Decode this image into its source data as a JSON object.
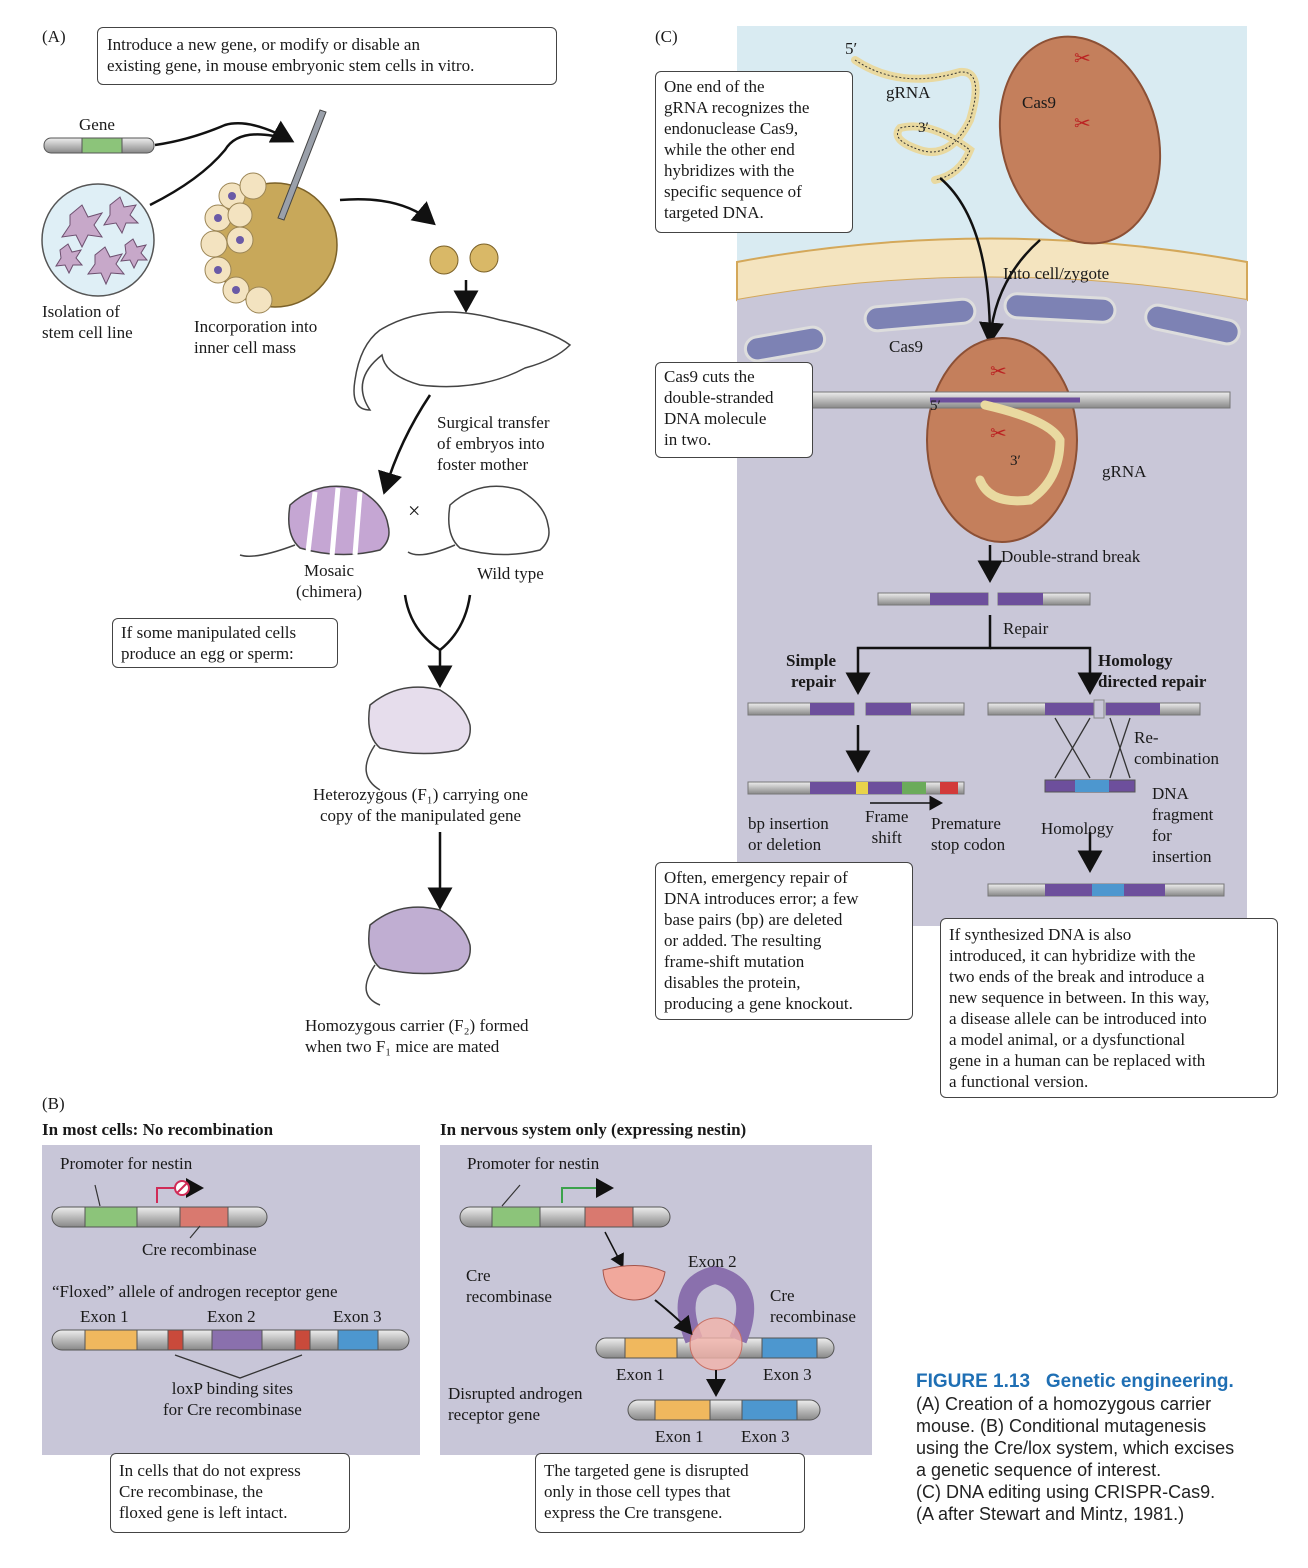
{
  "panelA": {
    "label": "(A)",
    "callout": "Introduce a new gene, or modify or disable an\nexisting gene, in mouse embryonic stem cells in vitro.",
    "gene": "Gene",
    "isolation": "Isolation of\nstem cell line",
    "incorporation": "Incorporation into\ninner cell mass",
    "surgical": "Surgical transfer\nof embryos into\nfoster mother",
    "cross": "×",
    "mosaic": "Mosaic\n(chimera)",
    "wildtype": "Wild type",
    "egg_sperm": "If some manipulated cells\nproduce an egg or sperm:",
    "hetero": "Heterozygous (F₁) carrying one\ncopy of the manipulated gene",
    "homo": "Homozygous carrier (F₂) formed\nwhen two F₁ mice are mated"
  },
  "panelB": {
    "label": "(B)",
    "left_title": "In most cells: No recombination",
    "right_title": "In nervous system only (expressing nestin)",
    "promoter": "Promoter for nestin",
    "cre": "Cre recombinase",
    "floxed": "“Floxed” allele of androgen receptor gene",
    "exon1": "Exon 1",
    "exon2": "Exon 2",
    "exon3": "Exon 3",
    "loxp": "loxP binding sites\nfor Cre recombinase",
    "left_note": "In cells that do not express\nCre recombinase, the\nfloxed gene is left intact.",
    "cre_left": "Cre\nrecombinase",
    "cre_right": "Cre\nrecombinase",
    "disrupted": "Disrupted androgen\nreceptor gene",
    "right_note": "The targeted gene is disrupted\nonly in those cell types that\nexpress the Cre transgene."
  },
  "panelC": {
    "label": "(C)",
    "five": "5′",
    "three": "3′",
    "grna": "gRNA",
    "cas9": "Cas9",
    "grna_note": "One end of the\ngRNA recognizes the\nendonuclease Cas9,\nwhile the other end\nhybridizes with the\nspecific sequence of\ntargeted DNA.",
    "into": "Into cell/zygote",
    "cuts_note": "Cas9 cuts the\ndouble-stranded\nDNA molecule\nin two.",
    "dsb": "Double-strand break",
    "repair": "Repair",
    "simple": "Simple\nrepair",
    "hdr": "Homology\ndirected repair",
    "recomb": "Re-\ncombination",
    "dna_frag": "DNA\nfragment\nfor\ninsertion",
    "homology": "Homology",
    "bp_ins": "bp insertion\nor deletion",
    "frame": "Frame\nshift",
    "stop": "Premature\nstop codon",
    "often_note": "Often, emergency repair of\nDNA introduces error; a few\nbase pairs (bp) are deleted\nor added. The resulting\nframe-shift mutation\ndisables the protein,\nproducing a gene knockout.",
    "synth_note": "If synthesized DNA is also\nintroduced, it can hybridize with the\ntwo ends of the break and introduce a\nnew sequence in between. In this way,\na disease allele can be introduced into\na model animal, or a dysfunctional\ngene in a human can be replaced with\na functional version."
  },
  "caption": {
    "heading": "FIGURE 1.13   Genetic engineering.",
    "body": "(A) Creation of a homozygous carrier\nmouse. (B) Conditional mutagenesis\nusing the Cre/lox system, which excises\na genetic sequence of interest.\n(C) DNA editing using CRISPR-Cas9.\n(A after Stewart and Mintz, 1981.)"
  },
  "colors": {
    "green": "#8cc47a",
    "red": "#d9796f",
    "orange": "#f0b85e",
    "purple": "#8a70ad",
    "blue": "#4d97cf",
    "cas9": "#c47f5c",
    "panel": "#c9c7d8"
  }
}
